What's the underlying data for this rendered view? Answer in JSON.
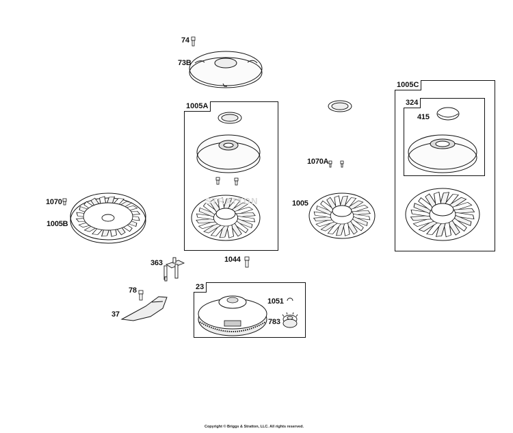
{
  "labels": {
    "p74": "74",
    "p73b": "73B",
    "p1005a": "1005A",
    "p1005c": "1005C",
    "p324": "324",
    "p415": "415",
    "p1070a": "1070A",
    "p1005": "1005",
    "p1070": "1070",
    "p1005b": "1005B",
    "p363": "363",
    "p1044": "1044",
    "p78": "78",
    "p37": "37",
    "p23": "23",
    "p1051": "1051",
    "p783": "783"
  },
  "watermark": "STRATTON",
  "copyright": "Copyright © Briggs & Stratton, LLC. All rights reserved.",
  "colors": {
    "line": "#111111",
    "fill": "#f4f4f4",
    "shade": "#d8d8d8"
  }
}
